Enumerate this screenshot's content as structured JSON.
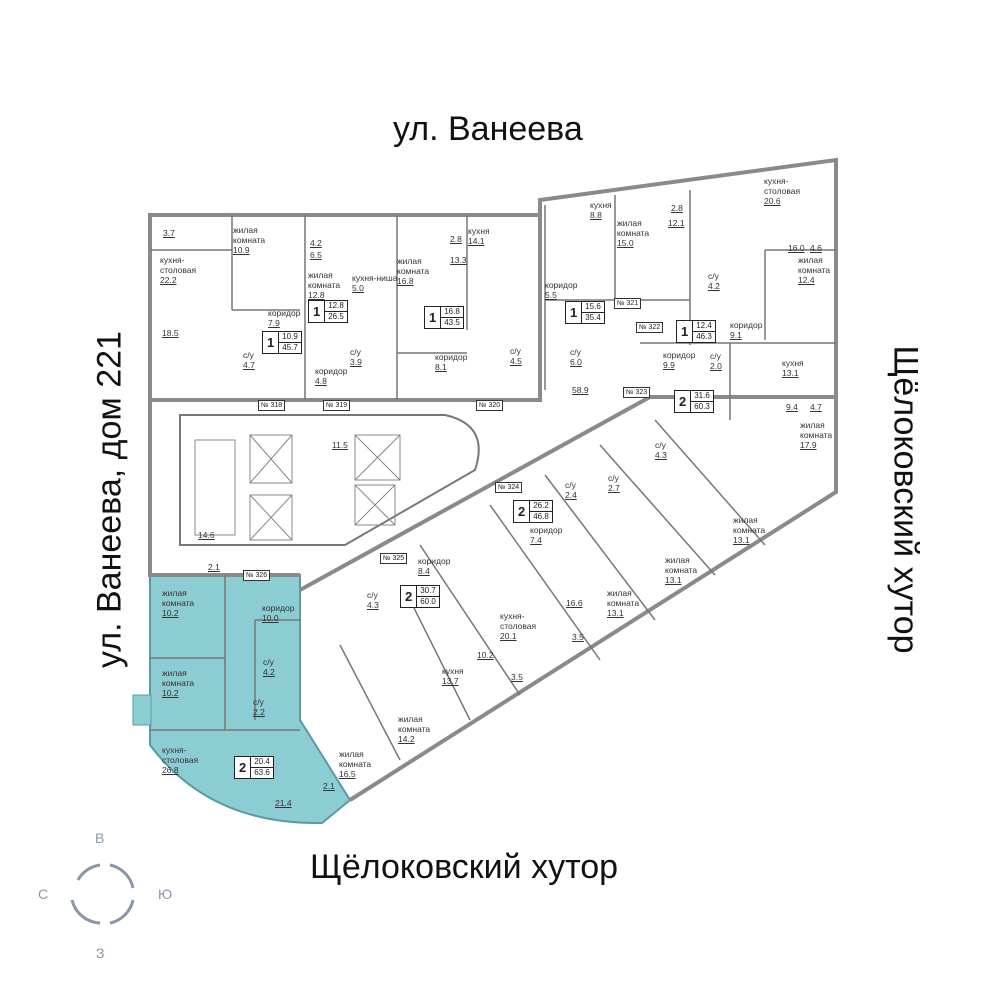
{
  "streets": {
    "top": "ул. Ванеева",
    "left": "ул. Ванеева, дом 221",
    "right": "Щёлоковский хутор",
    "bottom": "Щёлоковский хутор"
  },
  "compass": {
    "north": "В",
    "west": "С",
    "east": "Ю",
    "south": "З"
  },
  "colors": {
    "highlight": "#8cccd3",
    "wall": "#9a9a9a"
  },
  "rooms": [
    {
      "name": "",
      "area": "3.7"
    },
    {
      "name": "жилая комната",
      "area": "10.9"
    },
    {
      "name": "кухня-столовая",
      "area": "22.2"
    },
    {
      "name": "",
      "area": "18.5"
    },
    {
      "name": "коридор",
      "area": "7.9"
    },
    {
      "name": "с/у",
      "area": "4.7"
    },
    {
      "name": "",
      "area": "4.2"
    },
    {
      "name": "",
      "area": "6.5"
    },
    {
      "name": "жилая комната",
      "area": "12.8"
    },
    {
      "name": "кухня-ниша",
      "area": "5.0"
    },
    {
      "name": "с/у",
      "area": "3.9"
    },
    {
      "name": "коридор",
      "area": "4.8"
    },
    {
      "name": "",
      "area": "2.8"
    },
    {
      "name": "кухня",
      "area": "14.1"
    },
    {
      "name": "",
      "area": "13.3"
    },
    {
      "name": "жилая комната",
      "area": "16.8"
    },
    {
      "name": "коридор",
      "area": "8.1"
    },
    {
      "name": "с/у",
      "area": "4.5"
    },
    {
      "name": "коридор",
      "area": "5.5"
    },
    {
      "name": "кухня",
      "area": "8.8"
    },
    {
      "name": "",
      "area": "2.8"
    },
    {
      "name": "",
      "area": "12.1"
    },
    {
      "name": "жилая комната",
      "area": "15.0"
    },
    {
      "name": "кухня-столовая",
      "area": "20.6"
    },
    {
      "name": "",
      "area": "16.0"
    },
    {
      "name": "",
      "area": "4.6"
    },
    {
      "name": "жилая комната",
      "area": "12.4"
    },
    {
      "name": "с/у",
      "area": "4.2"
    },
    {
      "name": "с/у",
      "area": "6.0"
    },
    {
      "name": "коридор",
      "area": "9.1"
    },
    {
      "name": "коридор",
      "area": "9.9"
    },
    {
      "name": "с/у",
      "area": "2.0"
    },
    {
      "name": "кухня",
      "area": "13.1"
    },
    {
      "name": "",
      "area": "58.9"
    },
    {
      "name": "",
      "area": "9.4"
    },
    {
      "name": "",
      "area": "4.7"
    },
    {
      "name": "жилая комната",
      "area": "17.9"
    },
    {
      "name": "",
      "area": "11.5"
    },
    {
      "name": "с/у",
      "area": "4.3"
    },
    {
      "name": "с/у",
      "area": "2.4"
    },
    {
      "name": "с/у",
      "area": "2.7"
    },
    {
      "name": "коридор",
      "area": "7.4"
    },
    {
      "name": "жилая комната",
      "area": "13.1"
    },
    {
      "name": "жилая комната",
      "area": "13.1"
    },
    {
      "name": "жилая комната",
      "area": "13.1"
    },
    {
      "name": "коридор",
      "area": "8.4"
    },
    {
      "name": "с/у",
      "area": "4.3"
    },
    {
      "name": "кухня-столовая",
      "area": "20.1"
    },
    {
      "name": "",
      "area": "16.6"
    },
    {
      "name": "",
      "area": "3.5"
    },
    {
      "name": "",
      "area": "3.5"
    },
    {
      "name": "",
      "area": "10.2"
    },
    {
      "name": "кухня",
      "area": "13.7"
    },
    {
      "name": "жилая комната",
      "area": "14.2"
    },
    {
      "name": "жилая комната",
      "area": "16.5"
    },
    {
      "name": "жилая комната",
      "area": "10.2"
    },
    {
      "name": "коридор",
      "area": "10.0"
    },
    {
      "name": "с/у",
      "area": "4.2"
    },
    {
      "name": "жилая комната",
      "area": "10.2"
    },
    {
      "name": "с/у",
      "area": "2.2"
    },
    {
      "name": "кухня-столовая",
      "area": "26.8"
    },
    {
      "name": "",
      "area": "2.1"
    },
    {
      "name": "",
      "area": "21.4"
    },
    {
      "name": "",
      "area": "14.6"
    },
    {
      "name": "",
      "area": "2.1"
    }
  ],
  "apartments": [
    {
      "rooms": "1",
      "living": "10.9",
      "total": "45.7"
    },
    {
      "rooms": "1",
      "living": "12.8",
      "total": "26.5"
    },
    {
      "rooms": "1",
      "living": "16.8",
      "total": "43.5"
    },
    {
      "rooms": "1",
      "living": "15.6",
      "total": "35.4"
    },
    {
      "rooms": "1",
      "living": "12.4",
      "total": "46.3"
    },
    {
      "rooms": "2",
      "living": "31.6",
      "total": "60.3"
    },
    {
      "rooms": "2",
      "living": "26.2",
      "total": "46.8"
    },
    {
      "rooms": "2",
      "living": "30.7",
      "total": "60.0"
    },
    {
      "rooms": "2",
      "living": "20.4",
      "total": "63.6",
      "selected": true
    }
  ],
  "unit_numbers": [
    "№ 318",
    "№ 319",
    "№ 320",
    "№ 321",
    "№ 322",
    "№ 323",
    "№ 324",
    "№ 325",
    "№ 326"
  ]
}
